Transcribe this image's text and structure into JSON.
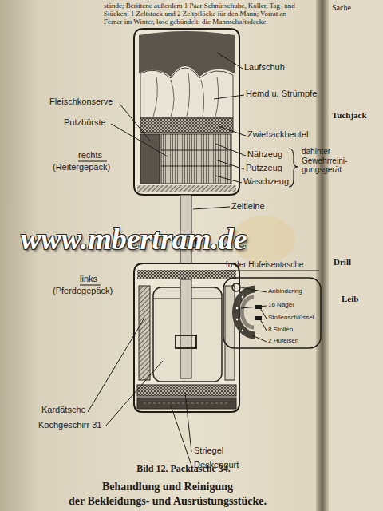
{
  "diagram": {
    "caption": "Bild 12. Packtasche 34.",
    "labels": [
      "stände; Berittene außerdem 1 Paar Schnürschuhe, Koller, Tag- und",
      "Stücken: 1 Zeltstock und 2 Zeltpflöcke für den Mann; Vorrat an",
      "Ferner im Winter, lose gebündelt: die Mannschaftsdecke.",
      "Laufschuh",
      "Hemd u. Strümpfe",
      "Fleischkonserve",
      "Putzbürste",
      "rechts",
      "(Reitergepäck)",
      "Zwiebackbeutel",
      "Nähzeug",
      "Putzzeug",
      "Waschzeug",
      "dahinter Gewehrreini- gungsgerät",
      "Zeltleine",
      "www.mbertram.de",
      "links",
      "(Pferdegepäck)",
      "In der Hufeisentasche",
      "Anbindering",
      "16 Nägel",
      "Stollenschlüssel",
      "8 Stollen",
      "2 Hufeisen",
      "Kardätsche",
      "Kochgeschirr 31",
      "Striegel",
      "Deckengurt",
      "Behandlung und Reinigung",
      "der Bekleidungs- und Ausrüstungsstücke.",
      "Sache",
      "Tuchjack",
      "Drill",
      "Leib"
    ]
  }
}
